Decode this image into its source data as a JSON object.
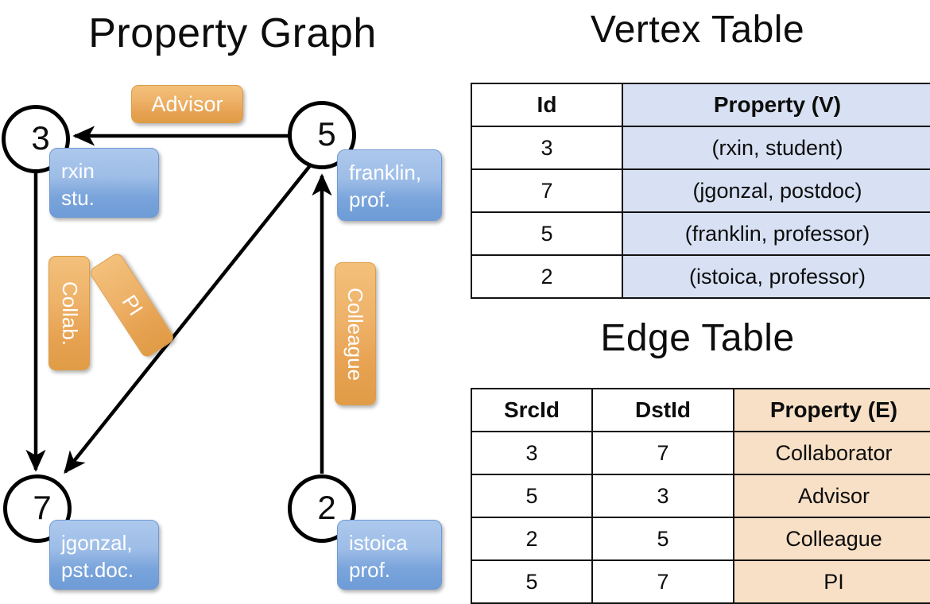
{
  "titles": {
    "property_graph": "Property Graph",
    "vertex_table": "Vertex Table",
    "edge_table": "Edge Table"
  },
  "graph": {
    "nodes": [
      {
        "id": "3",
        "property": {
          "line1": "rxin",
          "line2": "stu."
        }
      },
      {
        "id": "5",
        "property": {
          "line1": "franklin,",
          "line2": "prof."
        }
      },
      {
        "id": "7",
        "property": {
          "line1": "jgonzal,",
          "line2": "pst.doc."
        }
      },
      {
        "id": "2",
        "property": {
          "line1": "istoica",
          "line2": "prof."
        }
      }
    ],
    "edge_labels": [
      {
        "name": "advisor",
        "text": "Advisor",
        "from": "5",
        "to": "3"
      },
      {
        "name": "collab",
        "text": "Collab.",
        "from": "3",
        "to": "7"
      },
      {
        "name": "pi",
        "text": "PI",
        "from": "5",
        "to": "7"
      },
      {
        "name": "colleague",
        "text": "Colleague",
        "from": "2",
        "to": "5"
      }
    ]
  },
  "vertex_table": {
    "headers": {
      "id": "Id",
      "property": "Property (V)"
    },
    "rows": [
      {
        "id": "3",
        "property": "(rxin, student)"
      },
      {
        "id": "7",
        "property": "(jgonzal, postdoc)"
      },
      {
        "id": "5",
        "property": "(franklin, professor)"
      },
      {
        "id": "2",
        "property": "(istoica, professor)"
      }
    ]
  },
  "edge_table": {
    "headers": {
      "src": "SrcId",
      "dst": "DstId",
      "property": "Property (E)"
    },
    "rows": [
      {
        "src": "3",
        "dst": "7",
        "property": "Collaborator"
      },
      {
        "src": "5",
        "dst": "3",
        "property": "Advisor"
      },
      {
        "src": "2",
        "dst": "5",
        "property": "Colleague"
      },
      {
        "src": "5",
        "dst": "7",
        "property": "PI"
      }
    ]
  },
  "colors": {
    "vertex_property_fill": "#d7e1f3",
    "edge_property_fill": "#f8e0c6",
    "node_box_blue": "#7aa4db",
    "edge_label_orange": "#e7a252",
    "stroke": "#000000",
    "background": "#ffffff"
  }
}
